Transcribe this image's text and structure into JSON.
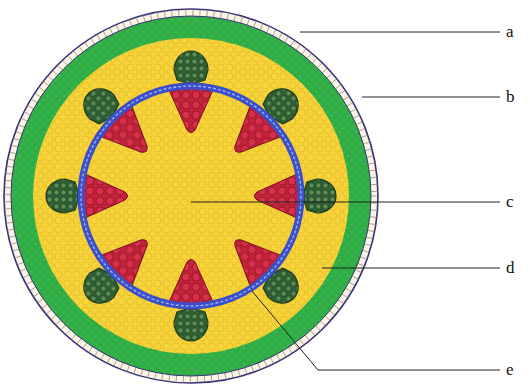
{
  "diagram": {
    "labels": [
      "a",
      "b",
      "c",
      "d",
      "e"
    ]
  }
}
